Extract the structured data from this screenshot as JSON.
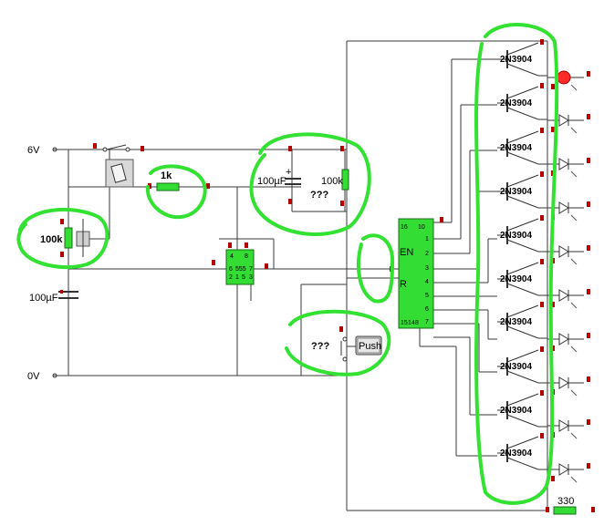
{
  "labels": {
    "supply_positive": "6V",
    "supply_ground": "0V",
    "resistor_1k": "1k",
    "pot_100k": "100k",
    "cap_timing": "100µF",
    "cap_upper": "100µF",
    "res_upper": "100k",
    "unknown_upper": "???",
    "unknown_lower": "???",
    "push_button": "Push",
    "timer_ic": "555",
    "res_bottom": "330"
  },
  "timer_pins": [
    "4",
    "8",
    "6",
    "2",
    "7",
    "1",
    "5",
    "3"
  ],
  "counter_pins": {
    "en": "EN",
    "r": "R",
    "left": [
      "16",
      "15",
      "14"
    ],
    "right": [
      "10",
      "1",
      "2",
      "3",
      "4",
      "5",
      "6",
      "7",
      "8"
    ]
  },
  "transistors": [
    "2N3904",
    "2N3904",
    "2N3904",
    "2N3904",
    "2N3904",
    "2N3904",
    "2N3904",
    "2N3904",
    "2N3904",
    "2N3904"
  ],
  "colors": {
    "highlight": "#33e133",
    "ic_fill": "#33dd33",
    "terminal": "#b30000",
    "lit_led": "#ff2a2a"
  }
}
